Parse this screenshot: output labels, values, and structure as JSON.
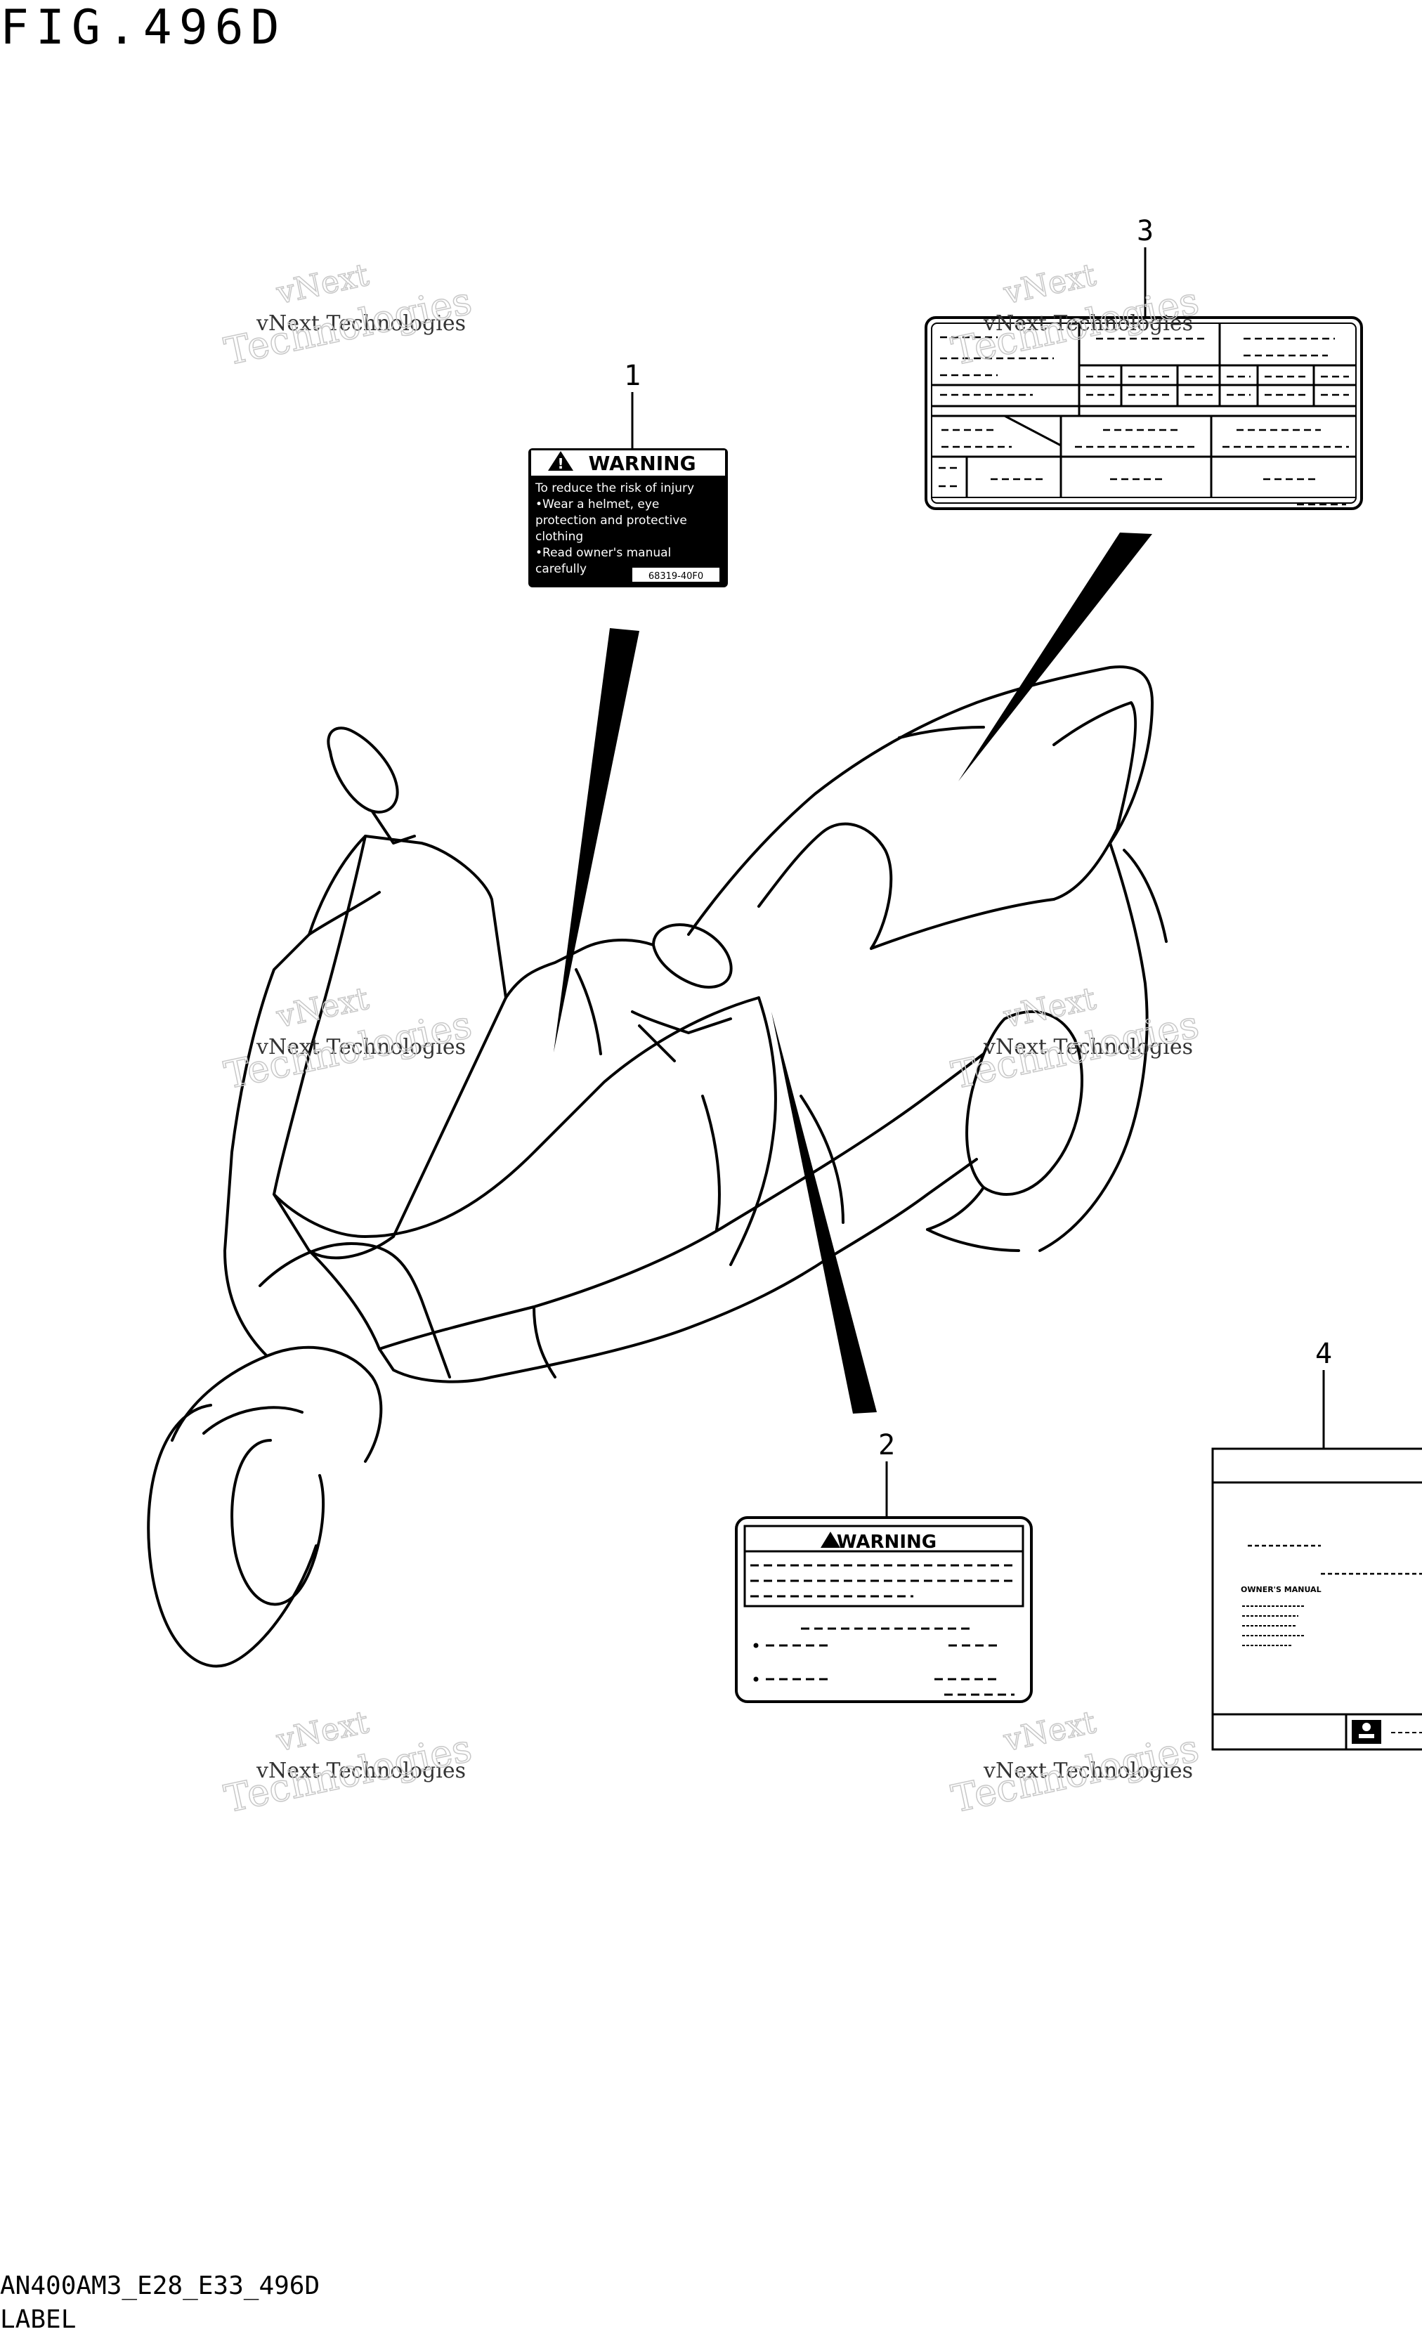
{
  "figure_title": "FIG.496D",
  "diagram_code": "AN400AM3_E28_E33_496D",
  "caption": "LABEL",
  "callouts": [
    "1",
    "2",
    "3",
    "4"
  ],
  "label1": {
    "header": "WARNING",
    "lines": [
      "To reduce the risk of injury",
      "•Wear a helmet, eye",
      " protection and protective",
      " clothing",
      "•Read owner's manual",
      " carefully"
    ],
    "part_no": "68319-40F0"
  },
  "label2": {
    "header": "WARNING"
  },
  "label4": {
    "title": "OWNER'S MANUAL"
  },
  "watermark": {
    "line1": "vNext Technologies",
    "line2": "vNext",
    "line3": "Technologies"
  },
  "colors": {
    "ink": "#000000",
    "paper": "#ffffff",
    "watermark": "#c8c8c8"
  }
}
